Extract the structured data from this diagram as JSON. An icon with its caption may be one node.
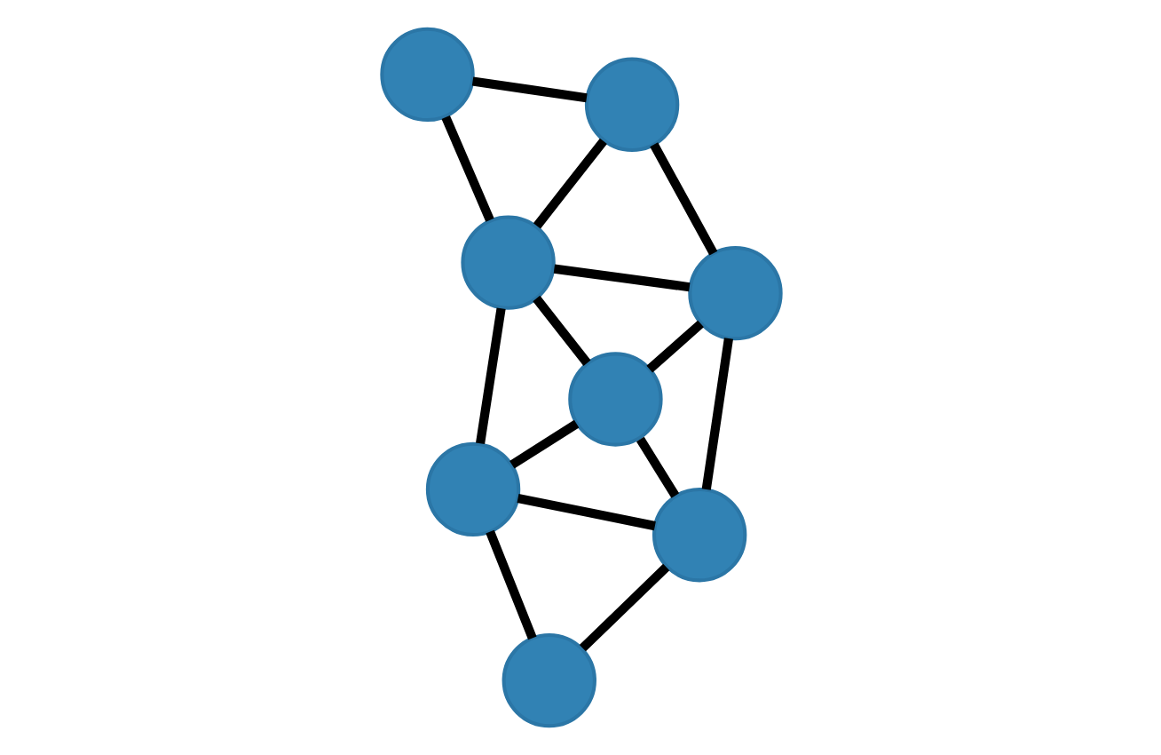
{
  "diagram": {
    "nodes": [
      {
        "text": [],
        "shape": "circle"
      },
      {
        "text": [],
        "shape": "circle"
      },
      {
        "text": [],
        "shape": "circle"
      },
      {
        "text": [],
        "shape": "circle"
      },
      {
        "text": [],
        "shape": "circle"
      },
      {
        "text": [],
        "shape": "circle"
      },
      {
        "text": [],
        "shape": "circle"
      },
      {
        "text": [],
        "shape": "circle"
      }
    ],
    "edges": [
      {
        "from": 2,
        "to": 5,
        "arrow": "none"
      },
      {
        "from": 5,
        "to": 7,
        "arrow": "none"
      },
      {
        "from": 7,
        "to": 6,
        "arrow": "none"
      },
      {
        "from": 6,
        "to": 3,
        "arrow": "none"
      },
      {
        "from": 3,
        "to": 1,
        "arrow": "none"
      },
      {
        "from": 1,
        "to": 0,
        "arrow": "none"
      },
      {
        "from": 0,
        "to": 2,
        "arrow": "none"
      },
      {
        "from": 2,
        "to": 1,
        "arrow": "none"
      },
      {
        "from": 2,
        "to": 3,
        "arrow": "none"
      },
      {
        "from": 2,
        "to": 4,
        "arrow": "none"
      },
      {
        "from": 4,
        "to": 5,
        "arrow": "none"
      },
      {
        "from": 5,
        "to": 6,
        "arrow": "none"
      },
      {
        "from": 4,
        "to": 6,
        "arrow": "none"
      },
      {
        "from": 4,
        "to": 3,
        "arrow": "none"
      }
    ]
  }
}
